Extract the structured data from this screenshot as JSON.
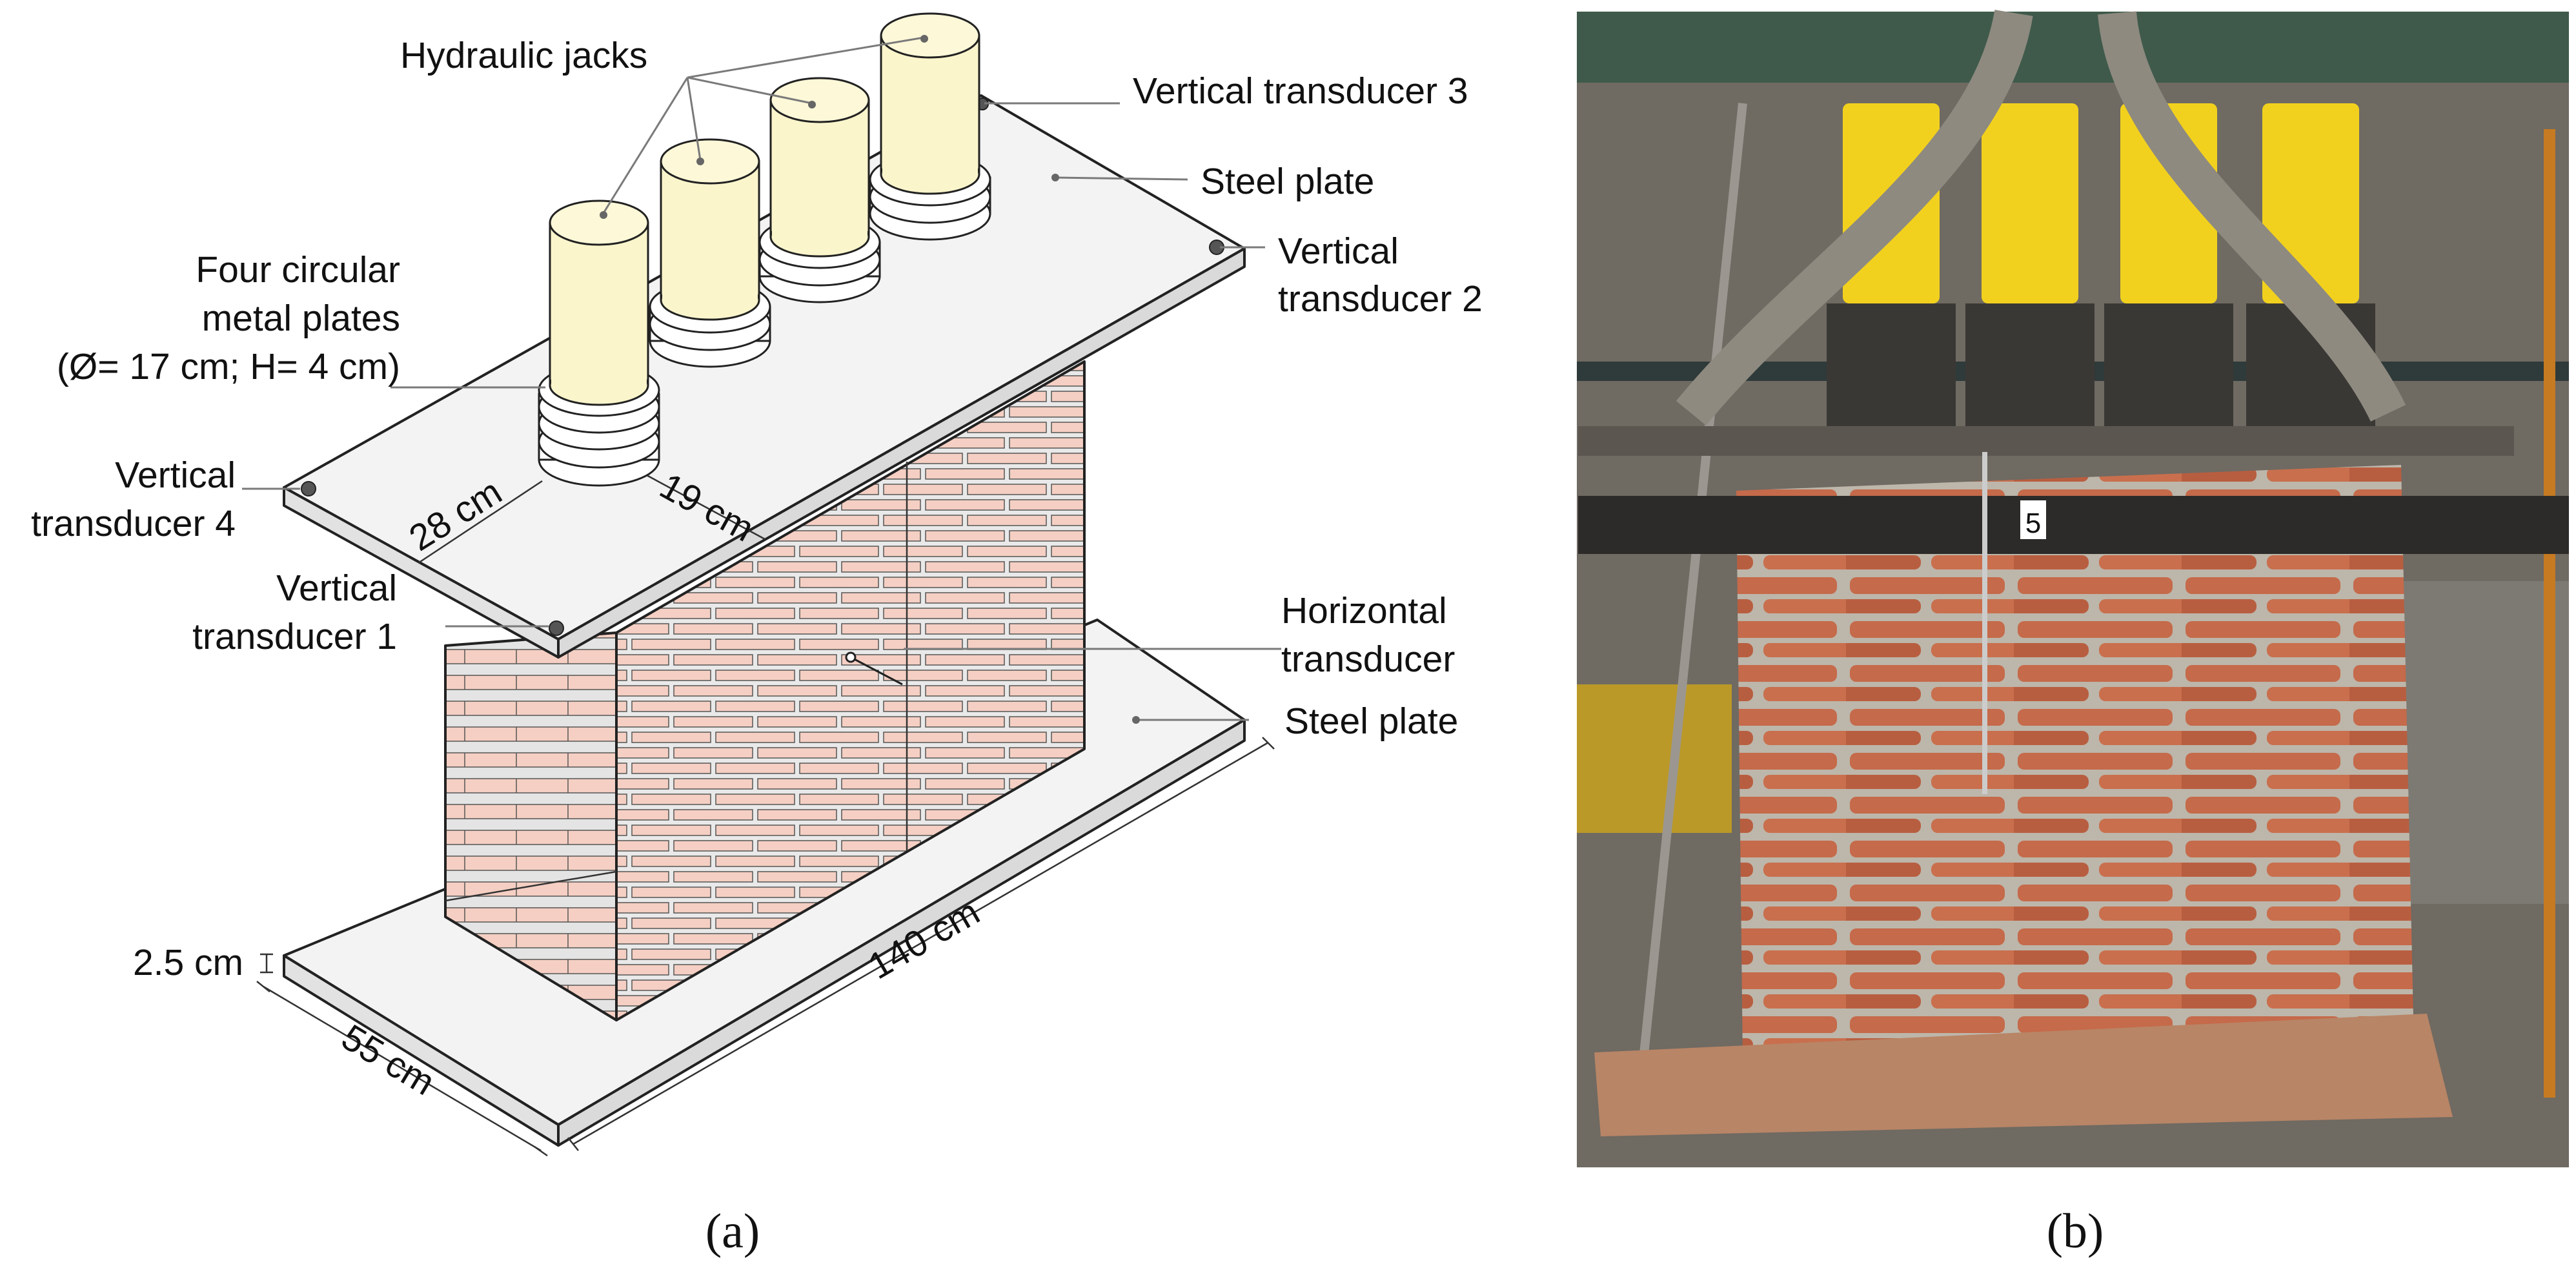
{
  "panel_a": {
    "labels": {
      "hydraulic_jacks": "Hydraulic jacks",
      "vertical_transducer_3": "Vertical transducer 3",
      "steel_plate_top": "Steel plate",
      "vertical_transducer_2_l1": "Vertical",
      "vertical_transducer_2_l2": "transducer 2",
      "four_plates_l1": "Four circular",
      "four_plates_l2": "metal plates",
      "four_plates_l3": "(Ø= 17 cm;  H= 4 cm)",
      "vertical_transducer_4_l1": "Vertical",
      "vertical_transducer_4_l2": "transducer 4",
      "vertical_transducer_1_l1": "Vertical",
      "vertical_transducer_1_l2": "transducer 1",
      "horizontal_transducer_l1": "Horizontal",
      "horizontal_transducer_l2": "transducer",
      "steel_plate_bottom": "Steel plate",
      "dim_28": "28 cm",
      "dim_19": "19 cm",
      "dim_thickness": "2.5 cm",
      "dim_55": "55 cm",
      "dim_140": "140 cm"
    },
    "caption": "(a)"
  },
  "panel_b": {
    "photo_tag": "5",
    "caption": "(b)"
  },
  "colors": {
    "jack_fill": "#fbf5cc",
    "brick_fill": "#f5cfc3",
    "plate_fill": "#f3f3f3",
    "photo_brick": "#c56a4a",
    "photo_jack": "#f2d11e"
  }
}
